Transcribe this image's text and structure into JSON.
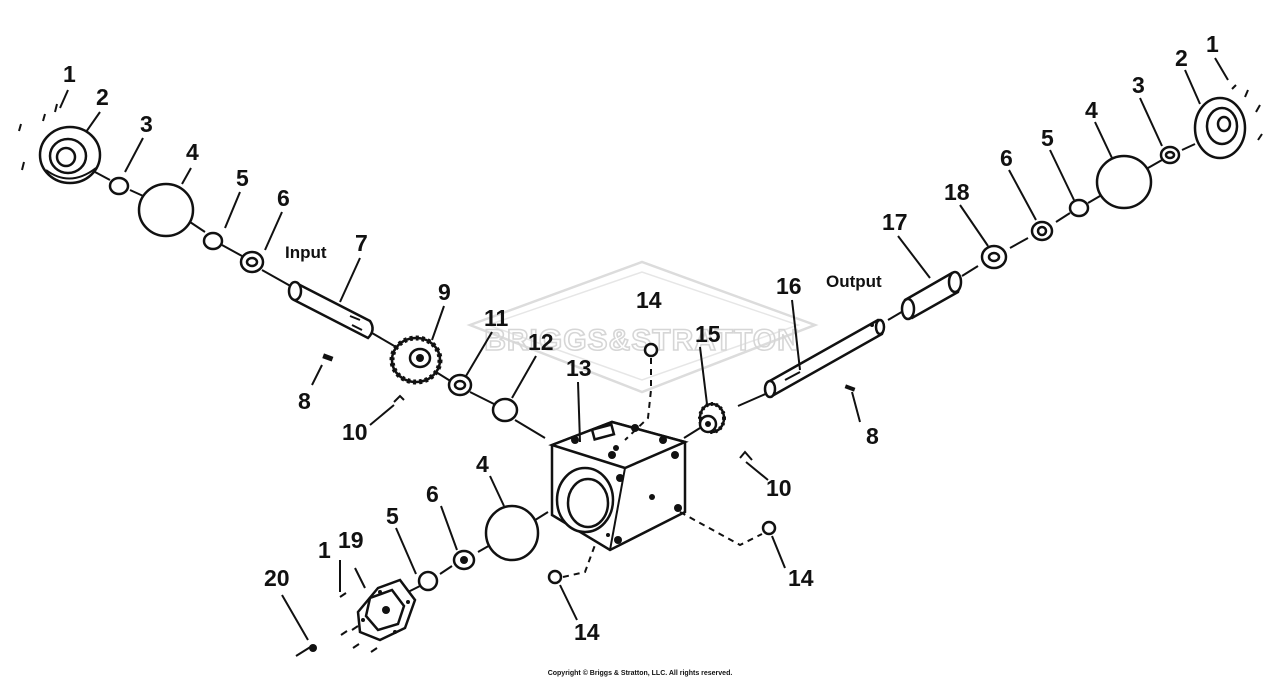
{
  "watermark": {
    "text": "BRIGGS&STRATTON"
  },
  "labels": {
    "input": "Input",
    "output": "Output"
  },
  "callouts": {
    "n1": "1",
    "n2": "2",
    "n3": "3",
    "n4": "4",
    "n5": "5",
    "n6": "6",
    "n7": "7",
    "n8": "8",
    "n9": "9",
    "n10": "10",
    "n11": "11",
    "n12": "12",
    "n13": "13",
    "n14": "14",
    "n15": "15",
    "n16": "16",
    "n17": "17",
    "n18": "18",
    "n19": "19",
    "n20": "20"
  },
  "copyright": "Copyright © Briggs & Stratton, LLC. All rights reserved."
}
